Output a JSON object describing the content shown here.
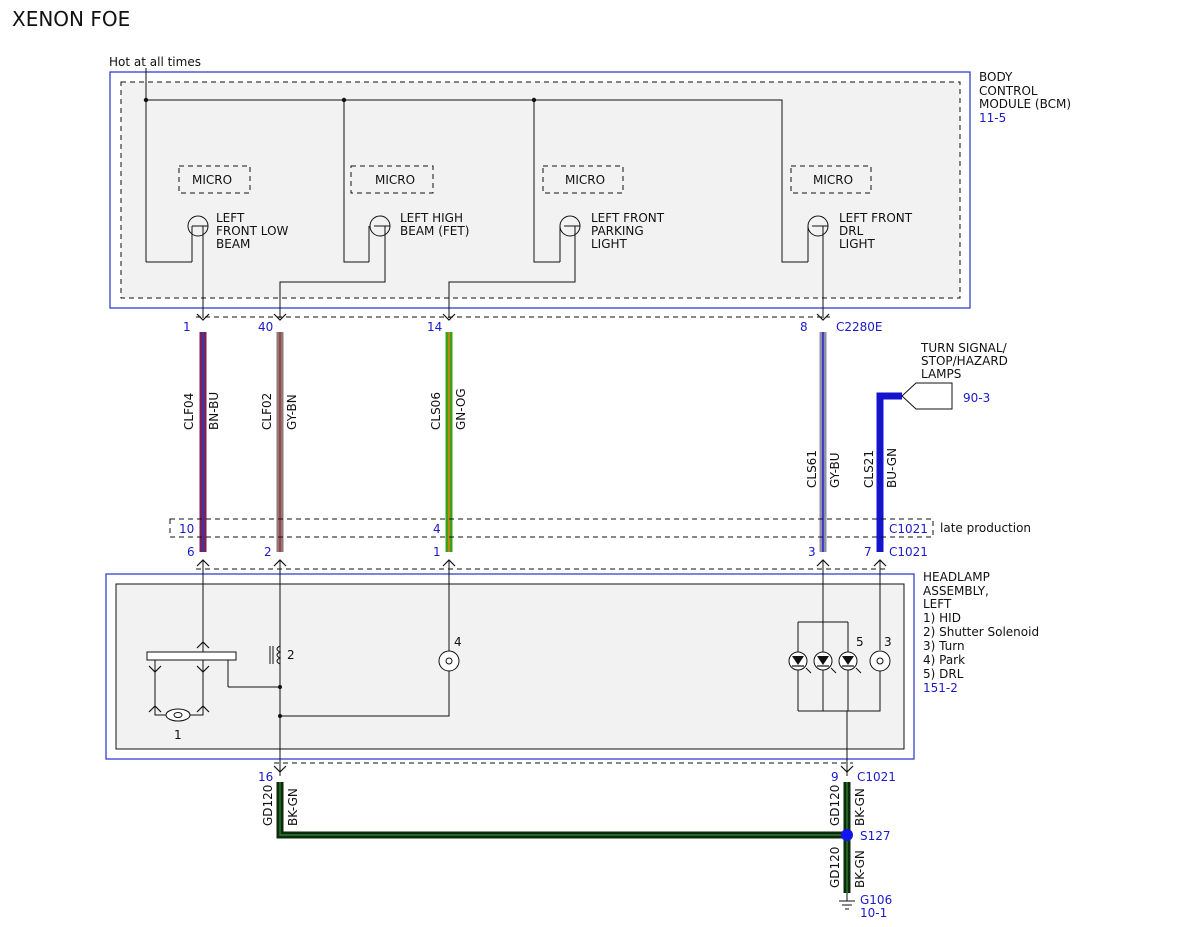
{
  "title": "XENON FOE",
  "power": {
    "label": "Hot at all times"
  },
  "bcm": {
    "name_lines": [
      "BODY",
      "CONTROL",
      "MODULE (BCM)"
    ],
    "ref": "11-5",
    "micro_label": "MICRO",
    "drivers": [
      {
        "lines": [
          "LEFT",
          "FRONT LOW",
          "BEAM"
        ]
      },
      {
        "lines": [
          "LEFT HIGH",
          "BEAM (FET)"
        ]
      },
      {
        "lines": [
          "LEFT FRONT",
          "PARKING",
          "LIGHT"
        ]
      },
      {
        "lines": [
          "LEFT FRONT",
          "DRL",
          "LIGHT"
        ]
      }
    ]
  },
  "connectors": {
    "c2280e": "C2280E",
    "c1021": "C1021",
    "late_production": "late production"
  },
  "wires": [
    {
      "circuit": "CLF04",
      "color": "BN-BU",
      "pin_top": "1",
      "pin_late": "10",
      "pin_bottom": "6",
      "stroke": "#7a1f5c",
      "stripe": "#3a3aa8"
    },
    {
      "circuit": "CLF02",
      "color": "GY-BN",
      "pin_top": "40",
      "pin_late": "",
      "pin_bottom": "2",
      "stroke": "#8d7a78",
      "stripe": "#a03c3c"
    },
    {
      "circuit": "CLS06",
      "color": "GN-OG",
      "pin_top": "14",
      "pin_late": "4",
      "pin_bottom": "1",
      "stroke": "#3aa31a",
      "stripe": "#d9821a"
    },
    {
      "circuit": "CLS61",
      "color": "GY-BU",
      "pin_top": "8",
      "pin_late": "",
      "pin_bottom": "3",
      "stroke": "#8f8fa8",
      "stripe": "#2b2bcf"
    },
    {
      "circuit": "CLS21",
      "color": "BU-GN",
      "pin_top": "",
      "pin_late": "",
      "pin_bottom": "7",
      "stroke": "#1414cc",
      "stripe": "#1414cc"
    }
  ],
  "turn_signal": {
    "lines": [
      "TURN SIGNAL/",
      "STOP/HAZARD",
      "LAMPS"
    ],
    "ref": "90-3"
  },
  "headlamp": {
    "name_lines": [
      "HEADLAMP",
      "ASSEMBLY,",
      "LEFT"
    ],
    "items": [
      "1) HID",
      "2) Shutter Solenoid",
      "3) Turn",
      "4) Park",
      "5) DRL"
    ],
    "ref": "151-2",
    "component_numbers": [
      "1",
      "2",
      "3",
      "4",
      "5"
    ]
  },
  "ground": {
    "circuit": "GD120",
    "color": "BK-GN",
    "pin_left": "16",
    "pin_right": "9",
    "splice": "S127",
    "ground_id": "G106",
    "ground_ref": "10-1",
    "stroke": "#0c2a0c",
    "stripe": "#2f7a2f"
  }
}
